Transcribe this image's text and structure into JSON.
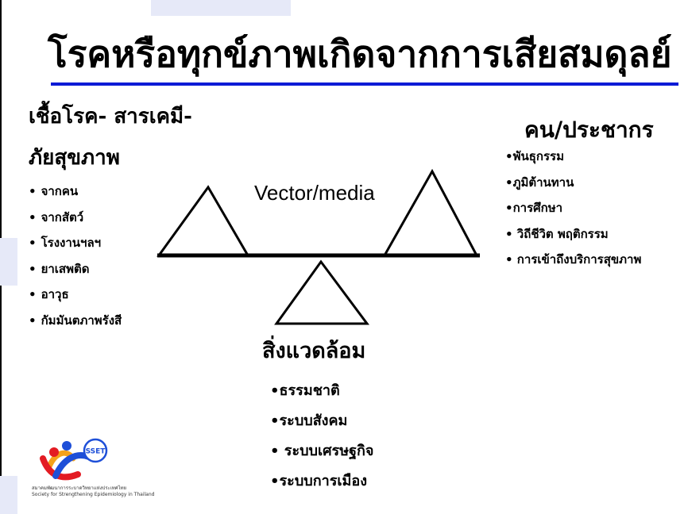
{
  "slide": {
    "title": "โรคหรือทุกข์ภาพเกิดจากการเสียสมดุลย์",
    "left": {
      "heading_line1": "เชื้อโรค- สารเคมี-",
      "heading_line2": "ภัยสุขภาพ",
      "items": [
        "จากคน",
        "จากสัตว์",
        "โรงงานฯลฯ",
        "ยาเสพติด",
        "อาวุธ",
        "กัมมันตภาพรังสี"
      ]
    },
    "right": {
      "heading": "คน/ประชากร",
      "items": [
        "•พันธุกรรม",
        "•ภูมิต้านทาน",
        "•การศึกษา",
        "• วิถีชีวิต พฤติกรรม",
        "• การเข้าถึงบริการสุขภาพ"
      ]
    },
    "center": {
      "label": "Vector/media"
    },
    "environment": {
      "heading": "สิ่งแวดล้อม",
      "items": [
        "•ธรรมชาติ",
        "•ระบบสังคม",
        "• ระบบเศรษฐกิจ",
        "•ระบบการเมือง"
      ]
    },
    "logo": {
      "badge_text": "SSET",
      "caption_line1": "สมาคมพัฒนาการระบาดวิทยาแห่งประเทศไทย",
      "caption_line2": "Society for Strengthening Epidemiology in Thailand"
    },
    "bullet_glyph": "•",
    "colors": {
      "title_rule": "#0b1bd6",
      "background_band": "#e6e9f8",
      "logo_red": "#e31b23",
      "logo_blue": "#1e4fd8",
      "logo_orange": "#f5a21a"
    }
  }
}
